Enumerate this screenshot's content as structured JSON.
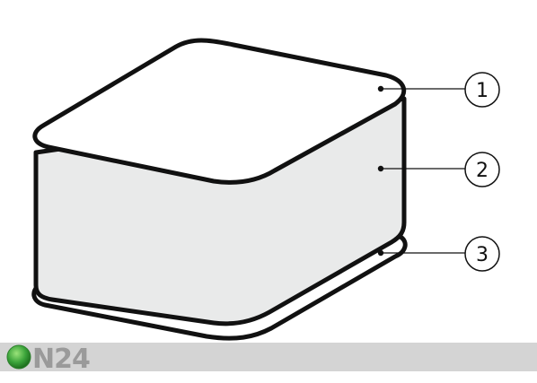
{
  "diagram": {
    "callouts": [
      {
        "id": "top-layer",
        "number": "1"
      },
      {
        "id": "core",
        "number": "2"
      },
      {
        "id": "base-layer",
        "number": "3"
      }
    ],
    "colors": {
      "outline": "#111111",
      "layer_fill": "#ffffff",
      "core_fill": "#e9eaea"
    }
  },
  "footer": {
    "logo_text": "N24",
    "logo_dot_color": "#3aa33a",
    "bar_color": "#d4d4d4"
  }
}
